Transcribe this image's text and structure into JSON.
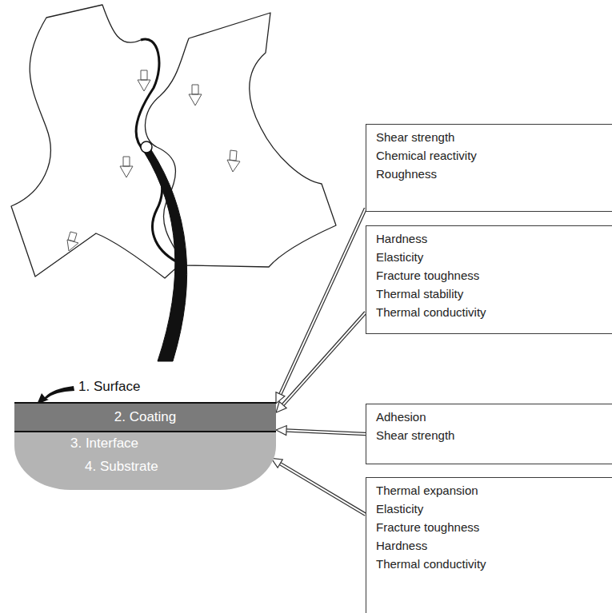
{
  "diagram": {
    "nodes": [
      {
        "text": [
          "2. Coating"
        ]
      },
      {
        "text": [
          "4. Substrate"
        ]
      },
      {
        "text": [
          "Shear strength",
          "Chemical reactivity",
          "Roughness"
        ]
      },
      {
        "text": [
          "Hardness",
          "Elasticity",
          "Fracture toughness",
          "Thermal stability",
          "Thermal conductivity"
        ]
      },
      {
        "text": [
          "Adhesion",
          "Shear strength"
        ]
      },
      {
        "text": [
          "Thermal expansion",
          "Elasticity",
          "Fracture toughness",
          "Hardness",
          "Thermal conductivity"
        ]
      }
    ],
    "edges": [
      {
        "from": 2,
        "to": 0,
        "arrow": "to"
      },
      {
        "from": 3,
        "to": 0,
        "arrow": "to"
      },
      {
        "from": 4,
        "to": 0,
        "arrow": "to"
      },
      {
        "from": 5,
        "to": 1,
        "arrow": "to"
      }
    ],
    "labels": [
      "1. Surface",
      "3. Interface"
    ]
  }
}
